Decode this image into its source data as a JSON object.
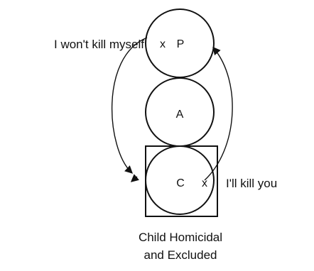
{
  "ego_states": {
    "parent": "P",
    "adult": "A",
    "child": "C"
  },
  "marks": {
    "parent_x": "x",
    "child_x": "x"
  },
  "messages": {
    "left": "I won't kill myself",
    "right": "I'll kill you"
  },
  "caption": {
    "line1": "Child Homicidal",
    "line2": "and Excluded"
  },
  "colors": {
    "ink": "#111111",
    "background": "#ffffff"
  }
}
